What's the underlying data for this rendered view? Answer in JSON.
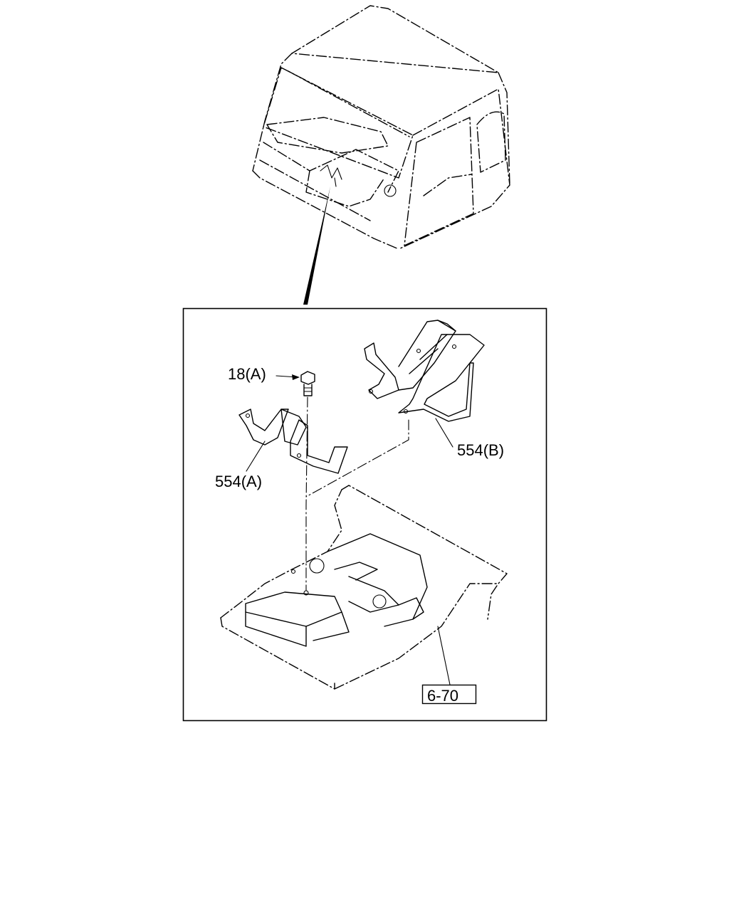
{
  "callouts": {
    "bolt": "18(A)",
    "bracket_a": "554(A)",
    "bracket_b": "554(B)",
    "reference": "6-70"
  }
}
